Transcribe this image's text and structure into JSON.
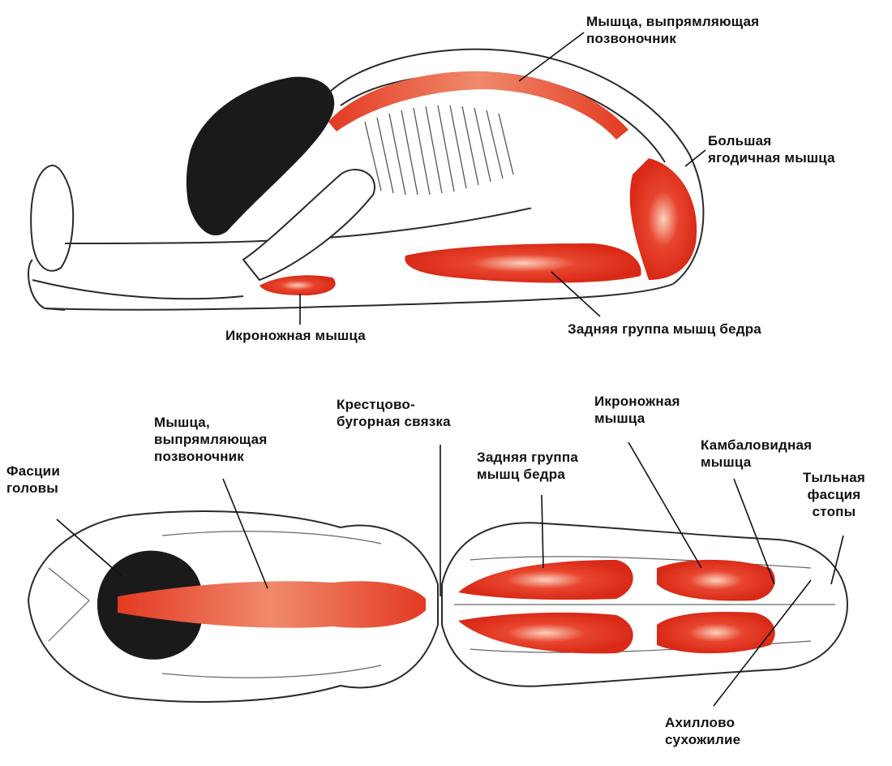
{
  "top_view": {
    "erector_spinae": [
      "Мышца, выпрямляющая",
      "позвоночник"
    ],
    "gluteus_maximus": [
      "Большая",
      "ягодичная мышца"
    ],
    "gastrocnemius": "Икроножная мышца",
    "hamstrings": "Задняя группа мышц бедра"
  },
  "bottom_view": {
    "head_fascia": [
      "Фасции",
      "головы"
    ],
    "erector_spinae": [
      "Мышца,",
      "выпрямляющая",
      "позвоночник"
    ],
    "sacrotuberous": [
      "Крестцово-",
      "бугорная связка"
    ],
    "hamstrings": [
      "Задняя группа",
      "мышц бедра"
    ],
    "gastrocnemius": [
      "Икроножная",
      "мышца"
    ],
    "soleus": [
      "Камбаловидная",
      "мышца"
    ],
    "plantar_fascia": [
      "Тыльная",
      "фасция",
      "стопы"
    ],
    "achilles": [
      "Ахиллово",
      "сухожилие"
    ]
  },
  "colors": {
    "muscle": "#e0301e",
    "muscle_light": "#f39a7e",
    "outline": "#2a2a2a",
    "hair": "#1a1a1a"
  }
}
